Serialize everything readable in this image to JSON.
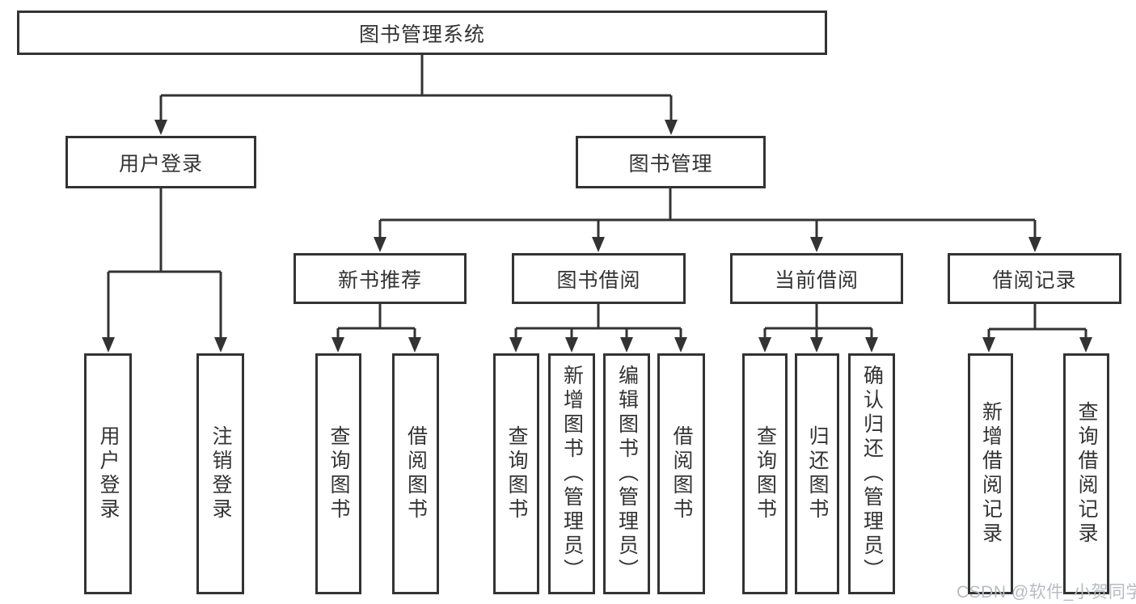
{
  "nodes": {
    "root": "图书管理系统",
    "level2": [
      "用户登录",
      "图书管理"
    ],
    "level3": [
      "新书推荐",
      "图书借阅",
      "当前借阅",
      "借阅记录"
    ],
    "leaves": [
      "用户登录",
      "注销登录",
      "查询图书",
      "借阅图书",
      "查询图书",
      "新增图书（管理员）",
      "编辑图书（管理员）",
      "借阅图书",
      "查询图书",
      "归还图书",
      "确认归还（管理员）",
      "新增借阅记录",
      "查询借阅记录"
    ]
  },
  "watermark": {
    "text": "CSDN @软件_小贺同学"
  },
  "colors": {
    "line": "#333333",
    "box_border": "#333333",
    "box_background": "#ffffff",
    "text": "#333333",
    "watermark": "#b6bcc3",
    "background": "#ffffff"
  }
}
